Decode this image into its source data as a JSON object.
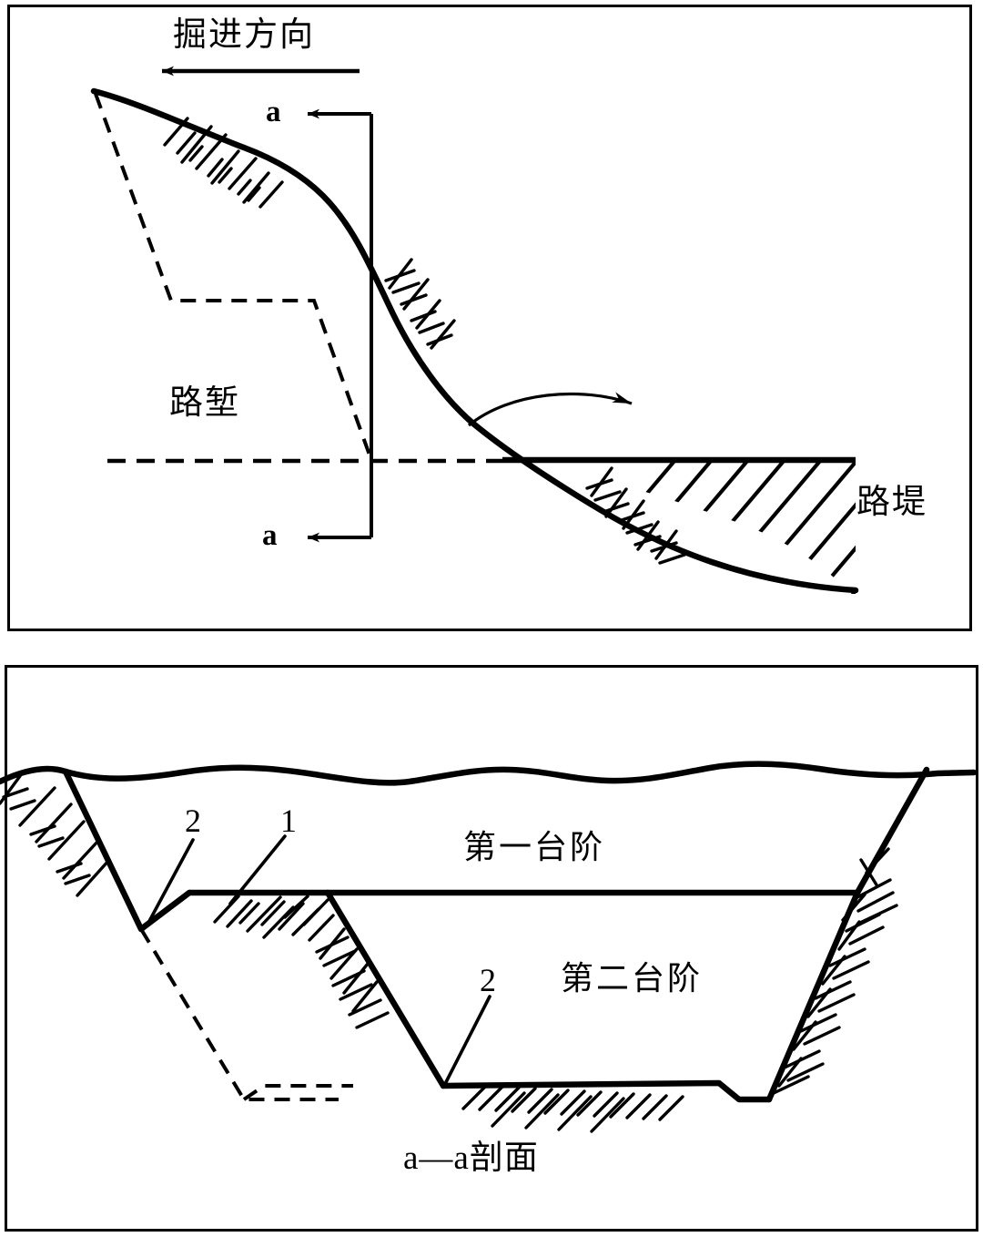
{
  "figure": {
    "type": "engineering-section-diagram",
    "subject": "roadway cut and embankment excavation with two benches",
    "line_color": "#000000",
    "background_color": "#ffffff"
  },
  "panel_top": {
    "name": "longitudinal-profile",
    "direction_label": "掘进方向",
    "direction_arrow": "left",
    "cut_label": "路堑",
    "embankment_label": "路堤",
    "section_marker_top": "a",
    "section_marker_bottom": "a",
    "section_marker_arrow": "left",
    "material_flow_arrow": "right"
  },
  "panel_bottom": {
    "name": "a-a-cross-section",
    "caption": "a—a剖面",
    "bench_first_label": "第一台阶",
    "bench_second_label": "第二台阶",
    "callout_upper_left": "2",
    "callout_upper_right": "1",
    "callout_lower": "2"
  },
  "legend_keys": {
    "1": "1",
    "2": "2"
  }
}
